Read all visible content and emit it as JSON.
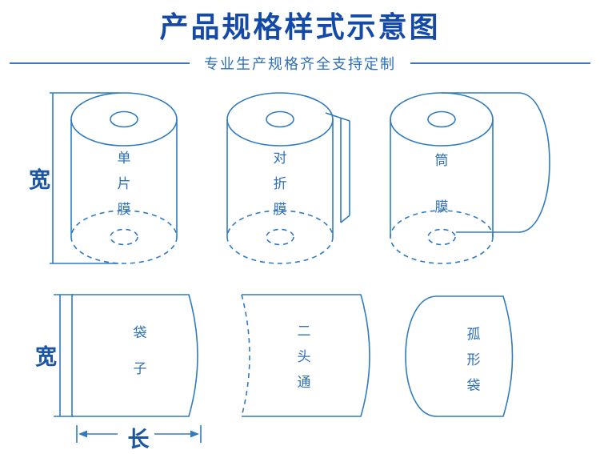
{
  "header": {
    "title": "产品规格样式示意图",
    "subtitle": "专业生产规格齐全支持定制"
  },
  "colors": {
    "title": "#1349a8",
    "subtitle": "#2e6fba",
    "rule": "#3b77c2",
    "line_art": "#2f7bc0",
    "label": "#2e6fba",
    "dim": "#1b55a5"
  },
  "dimensions": {
    "top_width": "宽",
    "bottom_width": "宽",
    "bottom_length": "长"
  },
  "figures": {
    "top": [
      {
        "name": "单片膜",
        "chars": [
          "单",
          "片",
          "膜"
        ]
      },
      {
        "name": "对折膜",
        "chars": [
          "对",
          "折",
          "膜"
        ]
      },
      {
        "name": "筒膜",
        "chars": [
          "筒",
          "膜"
        ]
      }
    ],
    "bottom": [
      {
        "name": "袋子",
        "chars": [
          "袋",
          "子"
        ]
      },
      {
        "name": "二头通",
        "chars": [
          "二",
          "头",
          "通"
        ]
      },
      {
        "name": "孤形袋",
        "chars": [
          "孤",
          "形",
          "袋"
        ]
      }
    ]
  }
}
